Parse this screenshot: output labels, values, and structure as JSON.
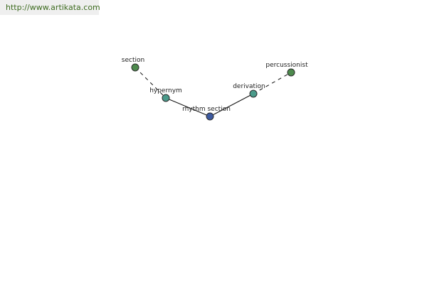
{
  "watermark": {
    "url": "http://www.artikata.com"
  },
  "colors": {
    "url_text": "#3d6b1f",
    "node_green": "#4d8a4d",
    "node_teal": "#4a9a8a",
    "node_blue": "#3d5aa0"
  },
  "graph": {
    "nodes": [
      {
        "id": "section",
        "label": "section",
        "color": "#4d8a4d"
      },
      {
        "id": "hypernym",
        "label": "hypernym",
        "color": "#4a9a8a"
      },
      {
        "id": "rhythm_section",
        "label": "rhythm section",
        "color": "#3d5aa0"
      },
      {
        "id": "derivation",
        "label": "derivation",
        "color": "#4a9a8a"
      },
      {
        "id": "percussionist",
        "label": "percussionist",
        "color": "#4d8a4d"
      }
    ],
    "edges": [
      {
        "from": "section",
        "to": "hypernym",
        "style": "dashed"
      },
      {
        "from": "hypernym",
        "to": "rhythm_section",
        "style": "solid"
      },
      {
        "from": "rhythm_section",
        "to": "derivation",
        "style": "solid"
      },
      {
        "from": "derivation",
        "to": "percussionist",
        "style": "dashed"
      }
    ]
  }
}
